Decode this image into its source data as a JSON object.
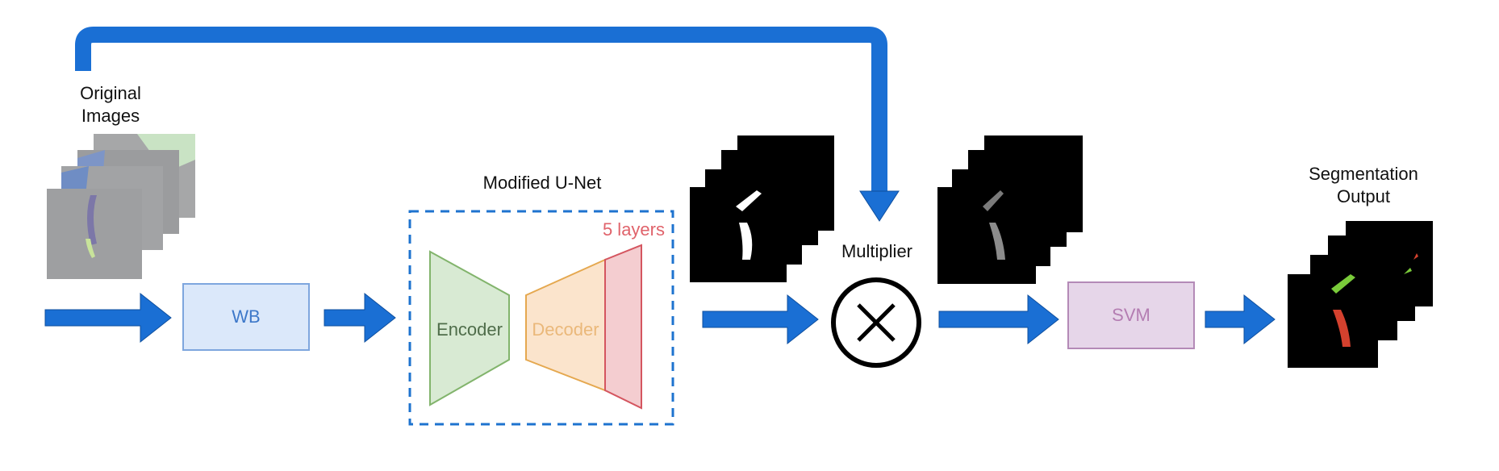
{
  "labels": {
    "original_line1": "Original",
    "original_line2": "Images",
    "wb": "WB",
    "unet_title": "Modified U-Net",
    "layers": "5 layers",
    "encoder": "Encoder",
    "decoder": "Decoder",
    "multiplier": "Multiplier",
    "svm": "SVM",
    "seg_line1": "Segmentation",
    "seg_line2": "Output"
  },
  "colors": {
    "arrow": "#1a6fd4",
    "wb_fill": "#dbe8fa",
    "wb_stroke": "#7ea6de",
    "wb_text": "#3d78c9",
    "encoder_fill": "#d8ead3",
    "encoder_stroke": "#82b46c",
    "encoder_text": "#4f6d4a",
    "decoder_fill": "#fbe4cc",
    "decoder_stroke": "#e5a84f",
    "decoder_text": "#eab87a",
    "layer_fill": "#f4cdd0",
    "layer_stroke": "#d4555f",
    "layers_text": "#e0636b",
    "svm_fill": "#e6d6e9",
    "svm_stroke": "#b48ab7",
    "svm_text": "#b47db2",
    "unet_border": "#1e73cf"
  }
}
